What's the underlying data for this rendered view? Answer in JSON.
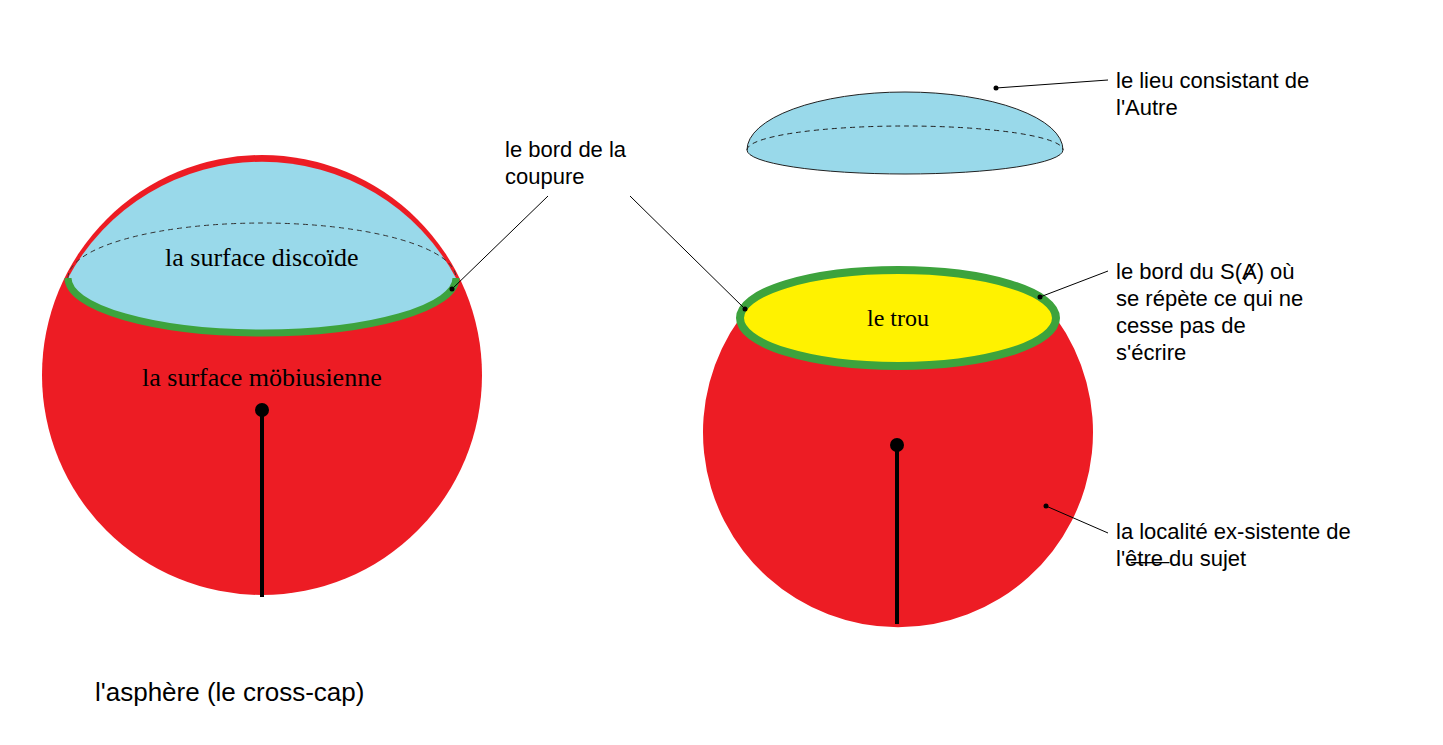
{
  "diagram": {
    "caption": "l'asphère (le cross-cap)",
    "nodes": [
      {
        "text": [
          "la surface discoïde"
        ]
      },
      {
        "text": [
          "la surface möbiusienne"
        ]
      },
      {
        "text": [
          "le trou"
        ]
      }
    ],
    "labels": [
      "le bord de la coupure",
      "le lieu consistant de l'Autre",
      "le bord du S(Ⱥ) où se répète ce qui ne cesse pas de s'écrire",
      "la localité ex-sistente de l'ê̶t̶r̶e̶ du sujet"
    ]
  }
}
